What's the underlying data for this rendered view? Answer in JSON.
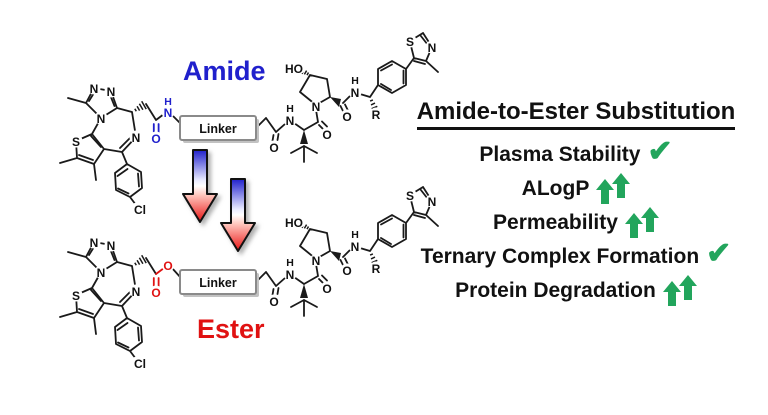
{
  "labels": {
    "amide": "Amide",
    "ester": "Ester",
    "linker": "Linker"
  },
  "atoms": {
    "N": "N",
    "S": "S",
    "O": "O",
    "H": "H",
    "Cl": "Cl",
    "HO": "HO",
    "R": "R"
  },
  "panel": {
    "heading": "Amide-to-Ester Substitution",
    "check_glyph": "✔",
    "items": [
      {
        "label": "Plasma Stability",
        "indicator": "check"
      },
      {
        "label": "ALogP",
        "indicator": "double-up"
      },
      {
        "label": "Permeability",
        "indicator": "double-up"
      },
      {
        "label": "Ternary Complex Formation",
        "indicator": "check"
      },
      {
        "label": "Protein Degradation",
        "indicator": "double-up"
      }
    ]
  },
  "colors": {
    "amide_blue": "#2020cc",
    "ester_red": "#e01212",
    "success_green": "#22a55c",
    "arrow_gradient_top": "#2020cc",
    "arrow_gradient_bottom": "#e81414"
  }
}
